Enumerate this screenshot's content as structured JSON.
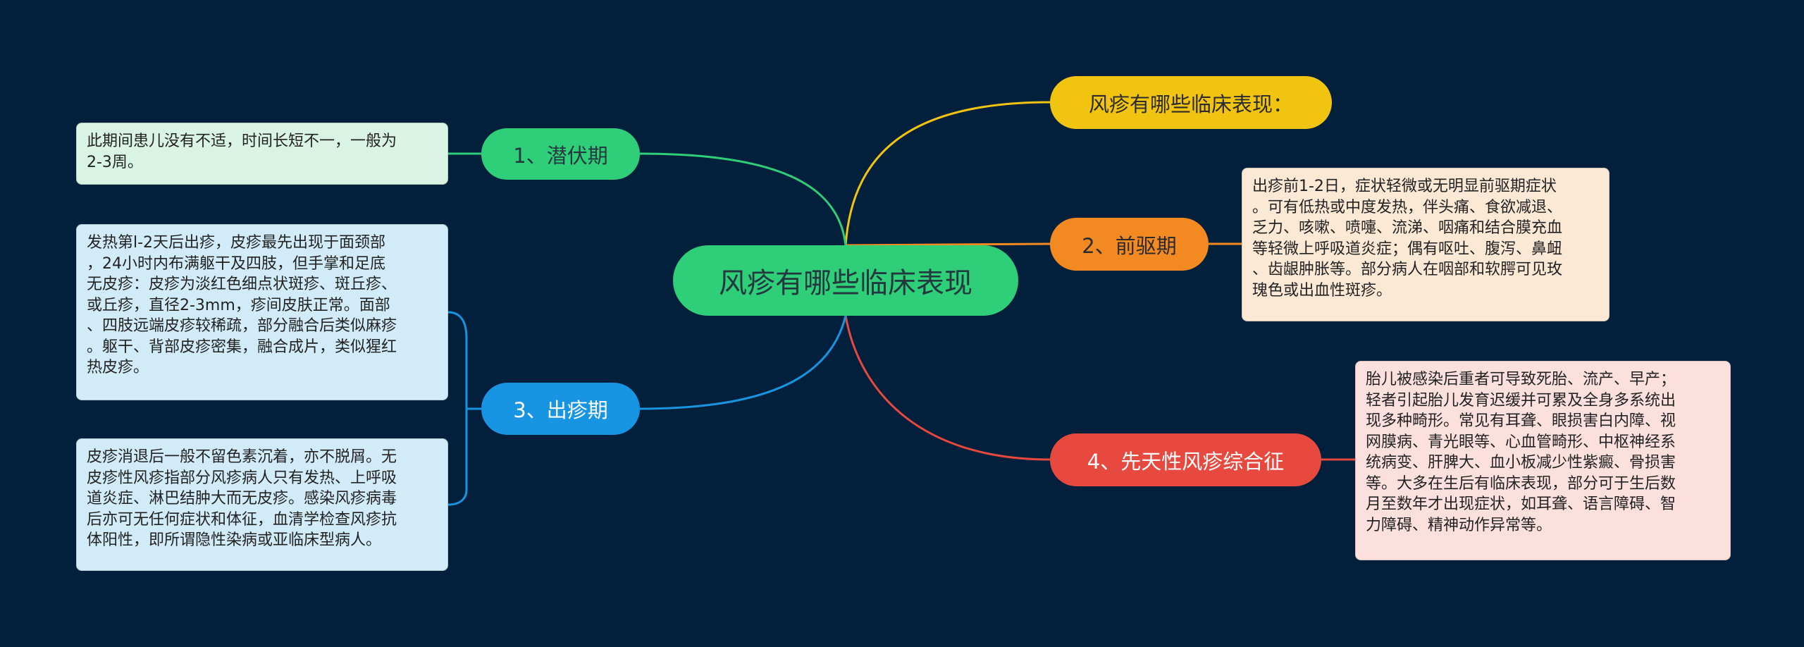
{
  "center": {
    "label": "风疹有哪些临床表现"
  },
  "branches": {
    "b1": {
      "label": "1、潜伏期"
    },
    "b2": {
      "label": "2、前驱期"
    },
    "b3": {
      "label": "3、出疹期"
    },
    "b4": {
      "label": "4、先天性风疹综合征"
    },
    "b5": {
      "label": "风疹有哪些临床表现："
    }
  },
  "notes": {
    "n1": "此期间患儿没有不适，时间长短不一，一般为\n2-3周。",
    "n2": "出疹前1-2日，症状轻微或无明显前驱期症状\n。可有低热或中度发热，伴头痛、食欲减退、\n乏力、咳嗽、喷嚏、流涕、咽痛和结合膜充血\n等轻微上呼吸道炎症；偶有呕吐、腹泻、鼻衄\n、齿龈肿胀等。部分病人在咽部和软腭可见玫\n瑰色或出血性斑疹。",
    "n3a": "发热第l-2天后出疹，皮疹最先出现于面颈部\n，24小时内布满躯干及四肢，但手掌和足底\n无皮疹：皮疹为淡红色细点状斑疹、斑丘疹、\n或丘疹，直径2-3mm，疹间皮肤正常。面部\n、四肢远端皮疹较稀疏，部分融合后类似麻疹\n。躯干、背部皮疹密集，融合成片，类似猩红\n热皮疹。",
    "n3b": "皮疹消退后一般不留色素沉着，亦不脱屑。无\n皮疹性风疹指部分风疹病人只有发热、上呼吸\n道炎症、淋巴结肿大而无皮疹。感染风疹病毒\n后亦可无任何症状和体征，血清学检查风疹抗\n体阳性，即所谓隐性染病或亚临床型病人。",
    "n4": "胎儿被感染后重者可导致死胎、流产、早产；\n轻者引起胎儿发育迟缓并可累及全身多系统出\n现多种畸形。常见有耳聋、眼损害白内障、视\n网膜病、青光眼等、心血管畸形、中枢神经系\n统病变、肝脾大、血小板减少性紫癜、骨损害\n等。大多在生后有临床表现，部分可于生后数\n月至数年才出现症状，如耳聋、语言障碍、智\n力障碍、精神动作异常等。"
  },
  "colors": {
    "background": "#02203b",
    "green": "#2ecf78",
    "orange": "#f28a21",
    "blue": "#1794e2",
    "red": "#e8493e",
    "yellow": "#f2c412"
  }
}
